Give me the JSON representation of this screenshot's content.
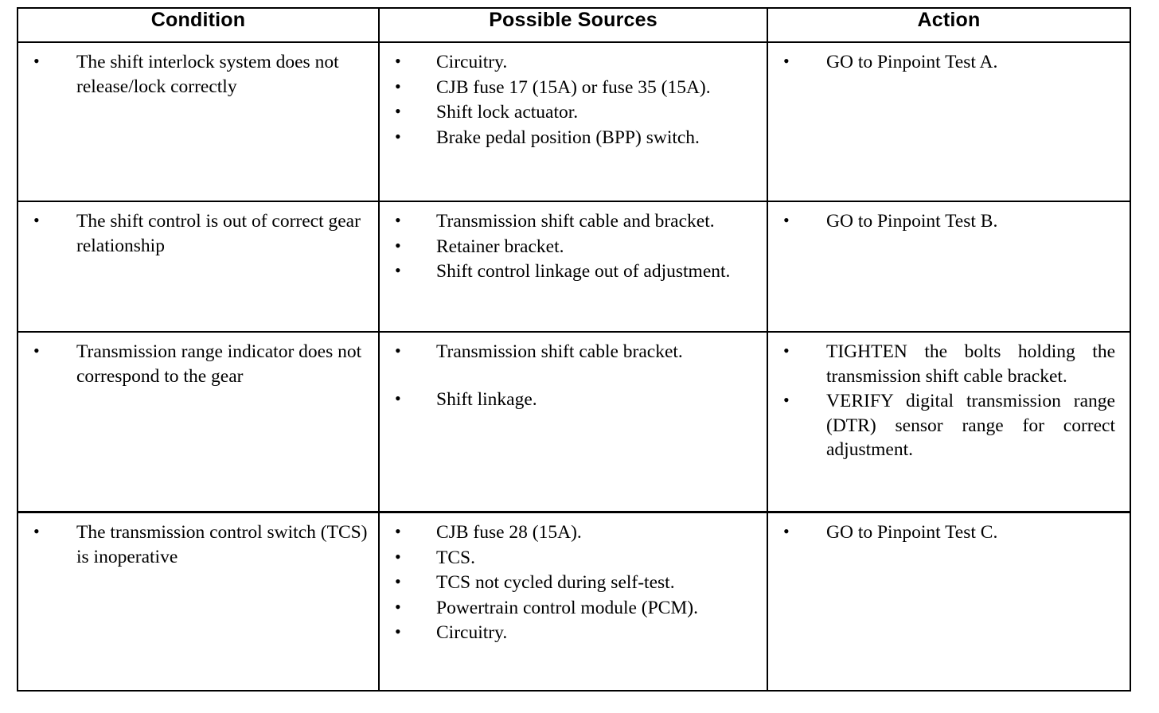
{
  "table": {
    "headers": {
      "condition": "Condition",
      "possible_sources": "Possible Sources",
      "action": "Action"
    },
    "rows": [
      {
        "condition": [
          "The shift interlock system does not release/lock correctly"
        ],
        "possible_sources": [
          "Circuitry.",
          "CJB fuse 17 (15A) or fuse 35 (15A).",
          "Shift lock actuator.",
          "Brake pedal position (BPP) switch."
        ],
        "action": [
          "GO to Pinpoint Test A."
        ]
      },
      {
        "condition": [
          "The shift control is out of correct gear relationship"
        ],
        "possible_sources": [
          "Transmission shift cable and bracket.",
          "Retainer bracket.",
          "Shift control linkage out of adjustment."
        ],
        "action": [
          "GO to Pinpoint Test B."
        ]
      },
      {
        "condition": [
          "Transmission range indicator does not correspond to the gear"
        ],
        "possible_sources": [
          "Transmission shift cable bracket.",
          "Shift linkage."
        ],
        "action": [
          "TIGHTEN the bolts holding the transmission shift cable bracket.",
          "VERIFY digital transmission range (DTR) sensor range for correct adjustment."
        ]
      },
      {
        "condition": [
          "The transmission control switch (TCS) is inoperative"
        ],
        "possible_sources": [
          "CJB fuse 28 (15A).",
          "TCS.",
          "TCS not cycled during self-test.",
          "Powertrain control module (PCM).",
          "Circuitry."
        ],
        "action": [
          "GO to Pinpoint Test C."
        ]
      }
    ]
  },
  "style": {
    "page_background": "#ffffff",
    "rule_color": "#000000",
    "text_color": "#000000"
  }
}
